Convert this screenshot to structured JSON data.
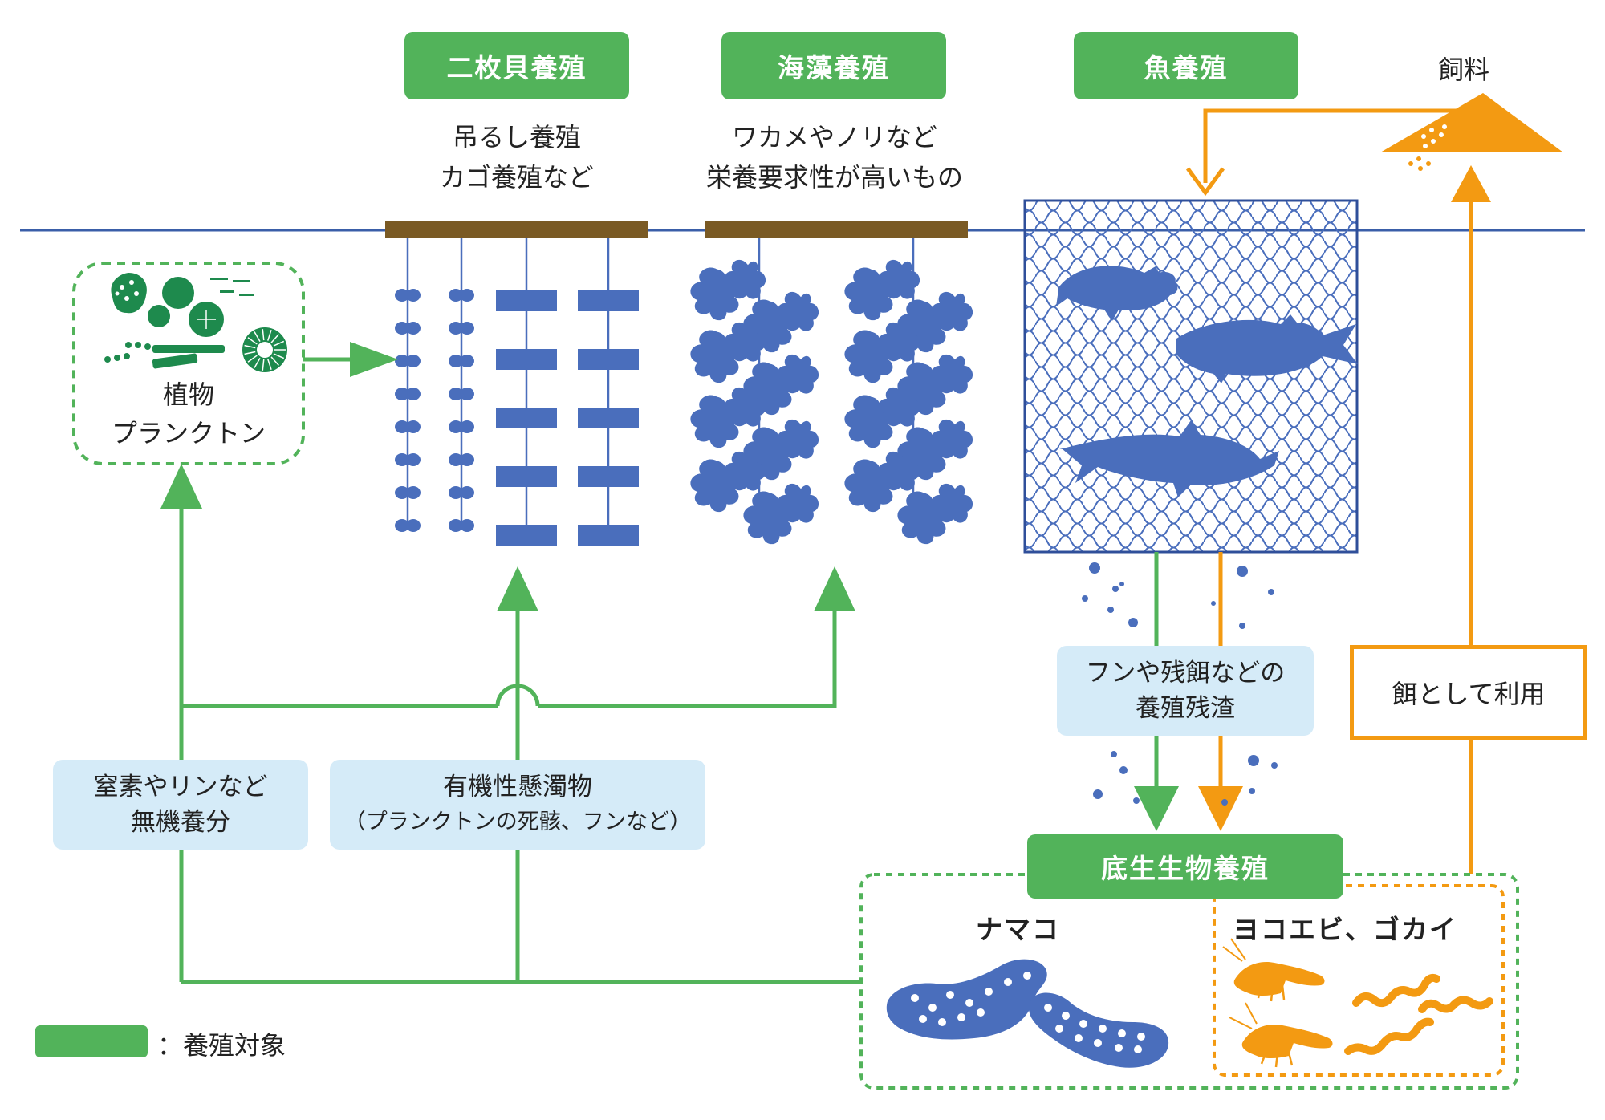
{
  "colors": {
    "green": "#52b35a",
    "dark_green": "#1e8a4d",
    "blue": "#4a6ebc",
    "orange": "#f39a12",
    "brown": "#7a5a24",
    "light_blue": "#d5ebf8",
    "water_line": "#3a5ea8"
  },
  "headers": {
    "bivalve": "二枚貝養殖",
    "seaweed": "海藻養殖",
    "fish": "魚養殖",
    "feed": "飼料"
  },
  "notes": {
    "bivalve_line1": "吊るし養殖",
    "bivalve_line2": "カゴ養殖など",
    "seaweed_line1": "ワカメやノリなど",
    "seaweed_line2": "栄養要求性が高いもの"
  },
  "plankton": {
    "line1": "植物",
    "line2": "プランクトン"
  },
  "labels": {
    "inorganic_line1": "窒素やリンなど",
    "inorganic_line2": "無機養分",
    "organic_line1": "有機性懸濁物",
    "organic_line2": "（プランクトンの死骸、フンなど）",
    "residue_line1": "フンや残餌などの",
    "residue_line2": "養殖残渣",
    "use_as_feed": "餌として利用"
  },
  "benthic": {
    "title": "底生生物養殖",
    "sea_cucumber": "ナマコ",
    "amphipod_worm": "ヨコエビ、ゴカイ"
  },
  "legend": {
    "label": "：養殖対象"
  },
  "icons": [
    "plankton-icon",
    "bivalve-icon",
    "oyster-basket-icon",
    "seaweed-icon",
    "fish-icon",
    "fishing-net-icon",
    "feed-pile-icon",
    "sea-cucumber-icon",
    "shrimp-icon",
    "worm-icon"
  ]
}
